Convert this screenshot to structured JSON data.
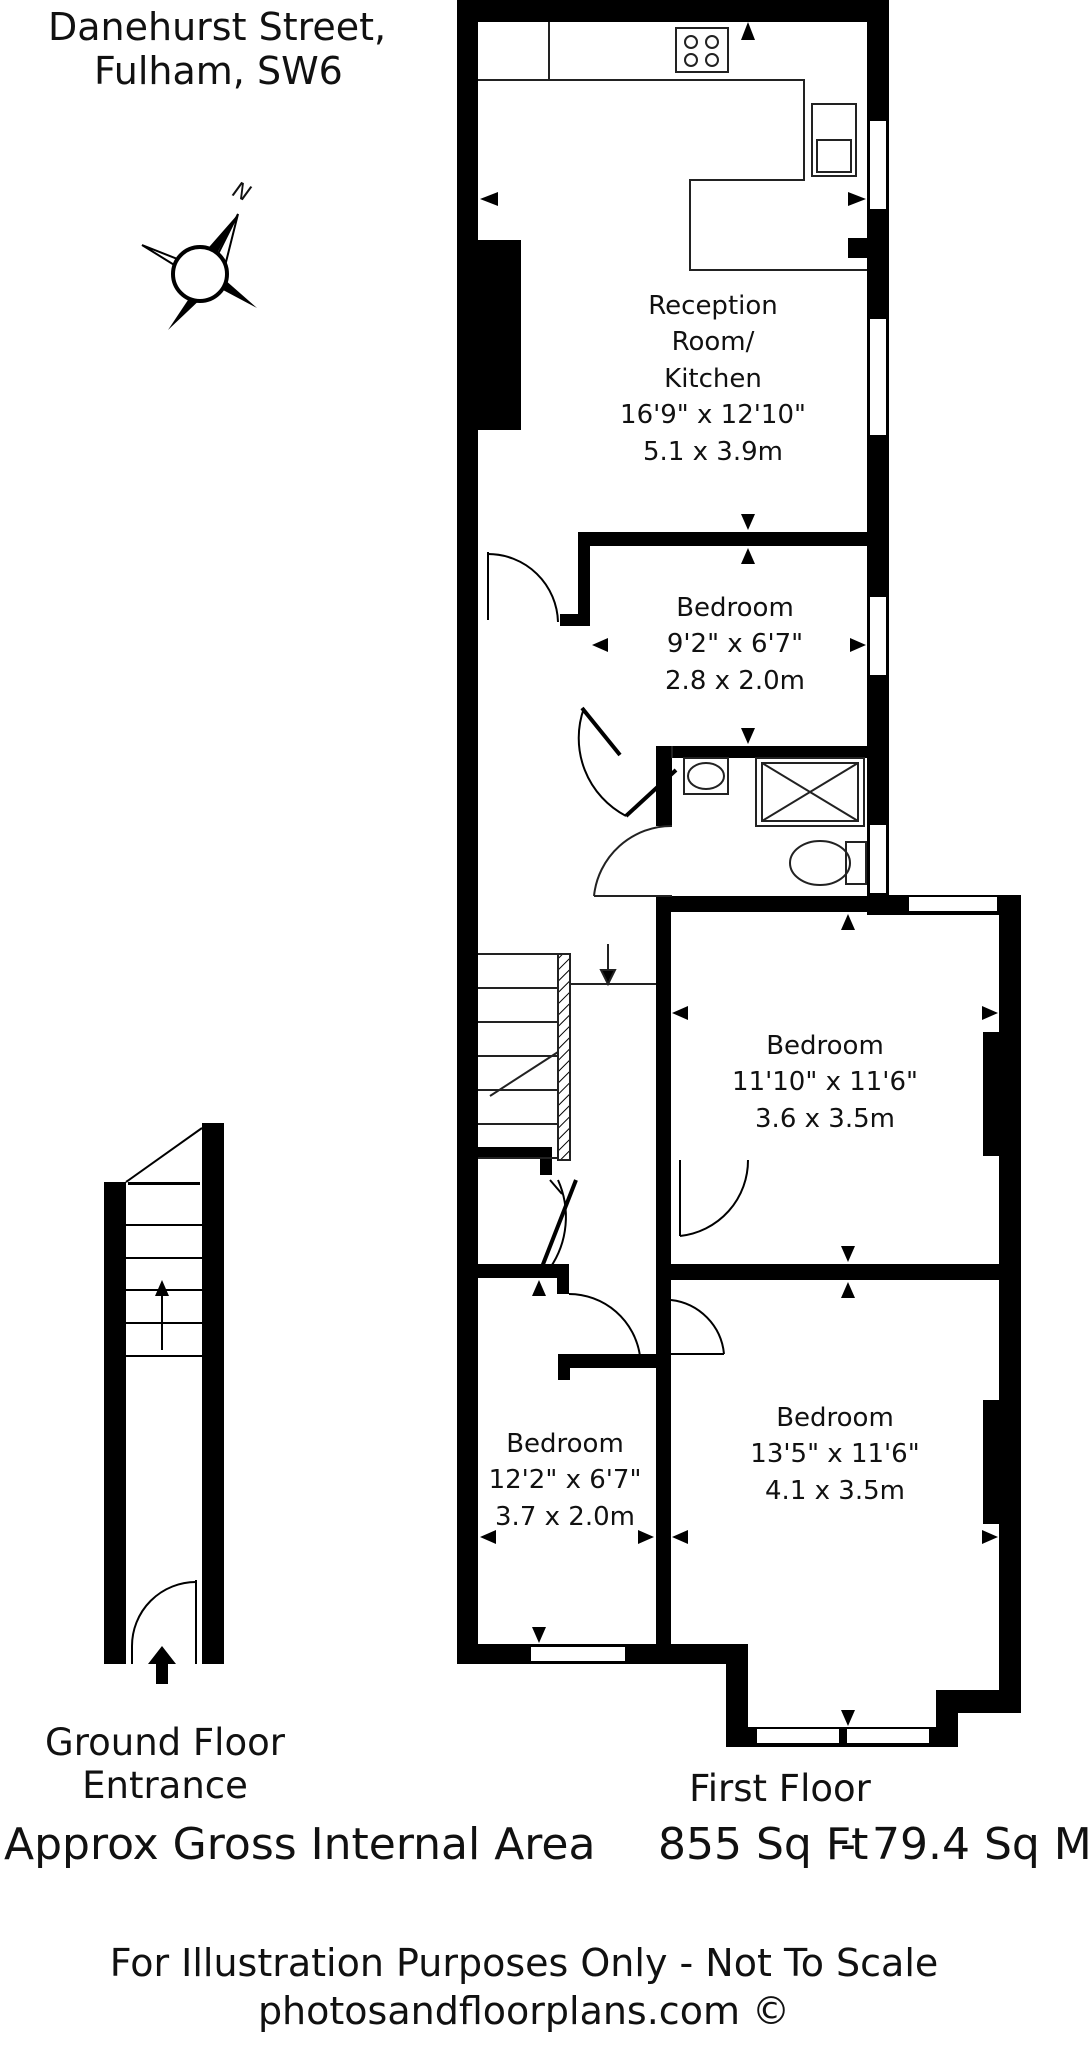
{
  "address": {
    "line1": "Danehurst Street,",
    "line2": "Fulham, SW6"
  },
  "compass": {
    "label": "N"
  },
  "rooms": [
    {
      "name": "Reception",
      "name2": "Room/",
      "name3": "Kitchen",
      "imperial": "16'9\" x 12'10\"",
      "metric": "5.1 x 3.9m"
    },
    {
      "name": "Bedroom",
      "imperial": "9'2\" x 6'7\"",
      "metric": "2.8 x 2.0m"
    },
    {
      "name": "Bedroom",
      "imperial": "11'10\" x 11'6\"",
      "metric": "3.6 x 3.5m"
    },
    {
      "name": "Bedroom",
      "imperial": "12'2\" x 6'7\"",
      "metric": "3.7 x 2.0m"
    },
    {
      "name": "Bedroom",
      "imperial": "13'5\" x 11'6\"",
      "metric": "4.1 x 3.5m"
    }
  ],
  "floors": {
    "ground": {
      "line1": "Ground Floor",
      "line2": "Entrance"
    },
    "first": {
      "label": "First Floor"
    }
  },
  "area": {
    "label": "Approx Gross Internal Area",
    "sqft": "855 Sq Ft",
    "sep": "-",
    "sqm": "79.4 Sq M"
  },
  "footer": {
    "disclaimer": "For Illustration Purposes Only - Not To Scale",
    "site": "photosandfloorplans.com ©"
  },
  "colors": {
    "wall": "#000000",
    "line": "#222222",
    "background": "#ffffff"
  }
}
